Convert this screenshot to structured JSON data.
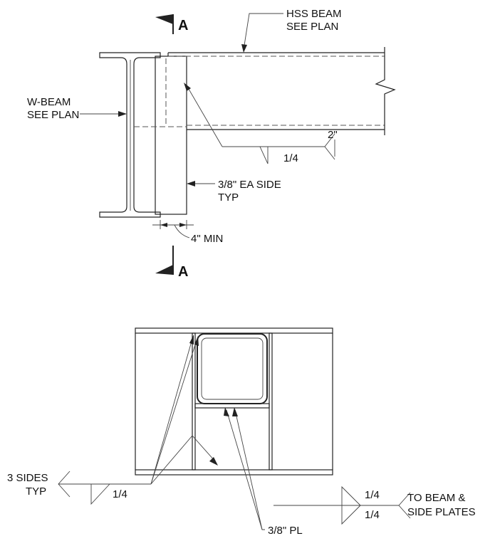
{
  "section_marker": {
    "top": "A",
    "bottom": "A"
  },
  "labels": {
    "hss_beam_line1": "HSS BEAM",
    "hss_beam_line2": "SEE PLAN",
    "w_beam_line1": "W-BEAM",
    "w_beam_line2": "SEE PLAN",
    "side_plate_line1": "3/8\" EA SIDE",
    "side_plate_line2": "TYP",
    "min_dim": "4\" MIN",
    "weld_len": "2\"",
    "weld_size_elev": "1/4",
    "three_sides_line1": "3 SIDES",
    "three_sides_line2": "TYP",
    "weld_size_section": "1/4",
    "pl_label": "3/8\" PL",
    "weld_size_arrow_side": "1/4",
    "weld_size_other_side": "1/4",
    "to_beam_line1": "TO BEAM &",
    "to_beam_line2": "SIDE PLATES"
  },
  "colors": {
    "line": "#222222",
    "background": "#ffffff"
  }
}
